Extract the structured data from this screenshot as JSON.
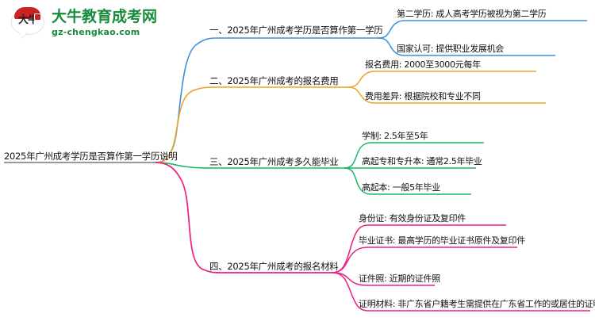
{
  "brand": {
    "mark_text": "大牛",
    "name_cn": "大牛教育成考网",
    "name_en": "gz-chengkao.com"
  },
  "mindmap": {
    "root": {
      "label": "2025年广州成考学历是否算作第一学历说明"
    },
    "branches": [
      {
        "index": "1",
        "label": "一、2025年广州成考学历是否算作第一学历",
        "color": "#3c8fdc",
        "children": [
          {
            "label": "第二学历: 成人高考学历被视为第二学历"
          },
          {
            "label": "国家认可: 提供职业发展机会"
          }
        ]
      },
      {
        "index": "2",
        "label": "二、2025年广州成考的报名费用",
        "color": "#e8a52a",
        "children": [
          {
            "label": "报名费用: 2000至3000元每年"
          },
          {
            "label": "费用差异: 根据院校和专业不同"
          }
        ]
      },
      {
        "index": "3",
        "label": "三、2025年广州成考多久能毕业",
        "color": "#19b866",
        "children": [
          {
            "label": "学制: 2.5年至5年"
          },
          {
            "label": "高起专和专升本: 通常2.5年毕业"
          },
          {
            "label": "高起本: 一般5年毕业"
          }
        ]
      },
      {
        "index": "4",
        "label": "四、2025年广州成考的报名材料",
        "color": "#ef1f82",
        "children": [
          {
            "label": "身份证: 有效身份证及复印件"
          },
          {
            "label": "毕业证书: 最高学历的毕业证书原件及复印件"
          },
          {
            "label": "证件照: 近期的证件照"
          },
          {
            "label": "证明材料: 非广东省户籍考生需提供在广东省工作的或居住的证明材料"
          }
        ]
      }
    ]
  }
}
